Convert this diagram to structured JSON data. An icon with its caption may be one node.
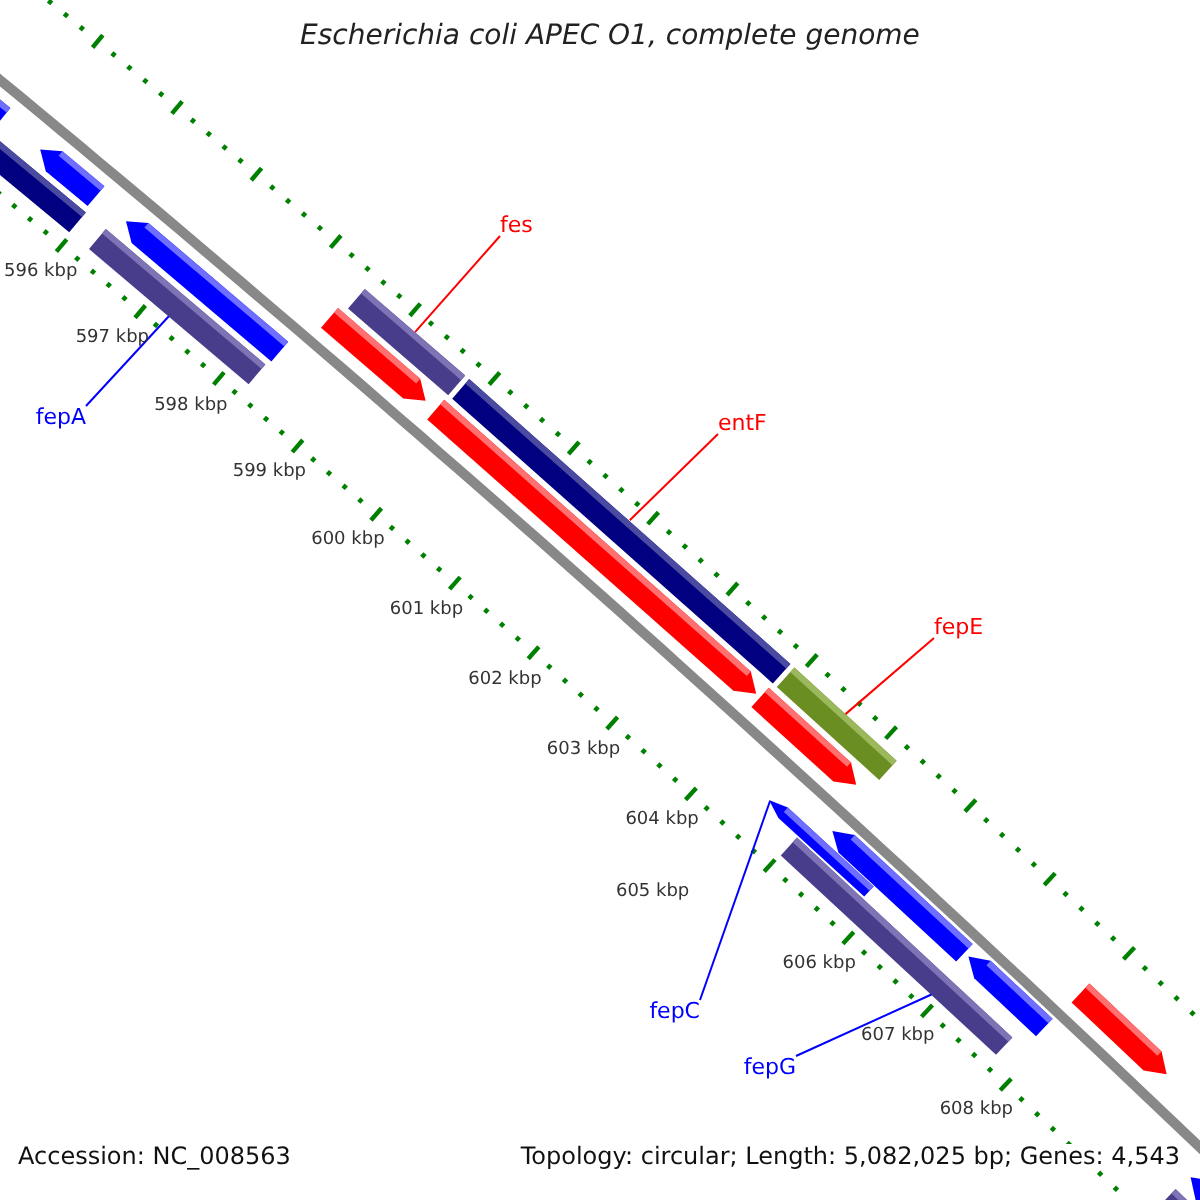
{
  "diagram": {
    "title": "Escherichia coli APEC O1, complete genome",
    "nodes": [
      {
        "text": [
          "fes"
        ]
      },
      {
        "text": [],
        "shape": "bar"
      },
      {
        "text": [
          "fepA"
        ]
      },
      {
        "text": [],
        "shape": "bar"
      },
      {
        "text": [
          "entF"
        ]
      },
      {
        "text": [],
        "shape": "bar"
      },
      {
        "text": [
          "fepE"
        ]
      },
      {
        "text": [],
        "shape": "bar"
      },
      {
        "text": [
          "fepC"
        ]
      },
      {
        "text": [],
        "shape": "bar"
      },
      {
        "text": [
          "fepG"
        ]
      },
      {
        "text": [],
        "shape": "bar"
      },
      {
        "text": [],
        "shape": "bar"
      },
      {
        "text": [],
        "shape": "bar"
      },
      {
        "text": [],
        "shape": "bar"
      },
      {
        "text": [],
        "shape": "bar"
      },
      {
        "text": [],
        "shape": "bar"
      },
      {
        "text": [],
        "shape": "bar"
      },
      {
        "text": [],
        "shape": "bar"
      },
      {
        "text": [],
        "shape": "bar"
      },
      {
        "text": [],
        "shape": "bar"
      },
      {
        "text": [],
        "shape": "bar"
      },
      {
        "text": [],
        "shape": "bar"
      },
      {
        "text": [],
        "shape": "bar"
      }
    ],
    "edges": [
      {
        "from": 0,
        "to": 1,
        "arrow": "none",
        "color": "#ff0000"
      },
      {
        "from": 2,
        "to": 3,
        "arrow": "none",
        "color": "#0000ff"
      },
      {
        "from": 4,
        "to": 5,
        "arrow": "none",
        "color": "#ff0000"
      },
      {
        "from": 6,
        "to": 7,
        "arrow": "none",
        "color": "#ff0000"
      },
      {
        "from": 8,
        "to": 9,
        "arrow": "none",
        "color": "#0000ff"
      },
      {
        "from": 10,
        "to": 11,
        "arrow": "none",
        "color": "#0000ff"
      }
    ],
    "labels": [
      "596 kbp",
      "597 kbp",
      "598 kbp",
      "599 kbp",
      "600 kbp",
      "601 kbp",
      "602 kbp",
      "603 kbp",
      "604 kbp",
      "605 kbp",
      "606 kbp",
      "607 kbp",
      "608 kbp",
      "Accession: NC_008563",
      "Topology: circular; Length: 5,082,025 bp; Genes: 4,543"
    ]
  }
}
